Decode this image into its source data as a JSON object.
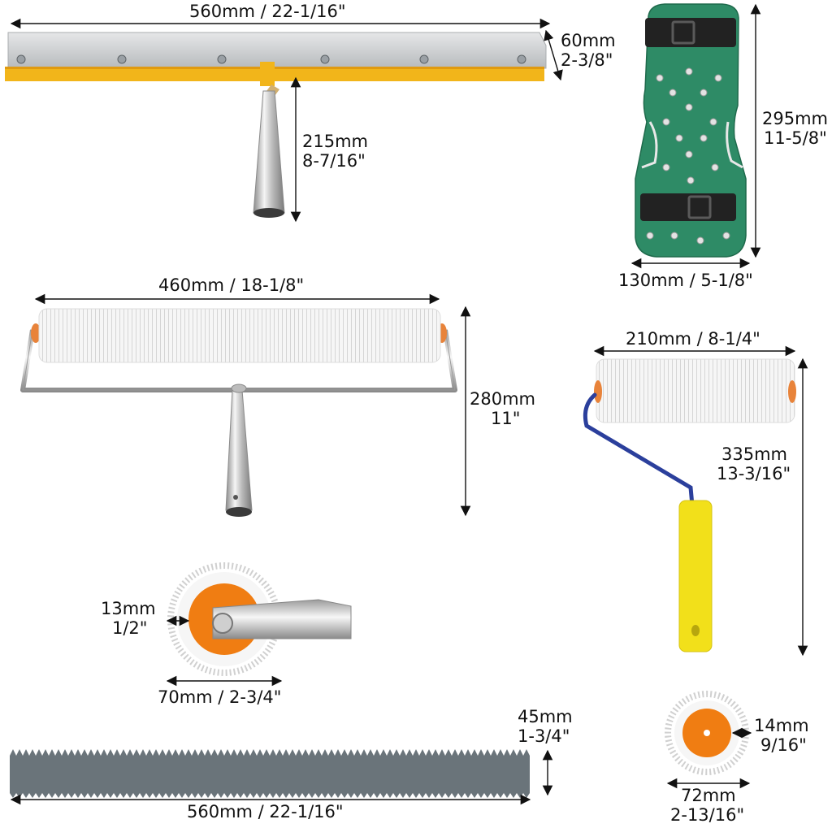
{
  "colors": {
    "squeegee_blade": "#c9cbcd",
    "squeegee_frame": "#f2b51a",
    "chrome": "#c8c8c8",
    "spike_shoe": "#2e8b66",
    "strap": "#222222",
    "roller_spikes": "#ffffff",
    "roller_end": "#e8833a",
    "handle_blue": "#2b3f9c",
    "handle_yellow": "#f2e01a",
    "hub_orange": "#f07d12",
    "rake_gray": "#6a747a",
    "dimension_line": "#111111"
  },
  "dimensions": {
    "squeegee_width": "560mm / 22-1/16\"",
    "squeegee_height_mm": "60mm",
    "squeegee_height_in": "2-3/8\"",
    "squeegee_handle_mm": "215mm",
    "squeegee_handle_in": "8-7/16\"",
    "shoe_length_mm": "295mm",
    "shoe_length_in": "11-5/8\"",
    "shoe_width": "130mm / 5-1/8\"",
    "big_roller_width": "460mm / 18-1/8\"",
    "big_roller_height_mm": "280mm",
    "big_roller_height_in": "11\"",
    "small_roller_width": "210mm / 8-1/4\"",
    "small_roller_height_mm": "335mm",
    "small_roller_height_in": "13-3/16\"",
    "wheel_spike_mm": "13mm",
    "wheel_spike_in": "1/2\"",
    "wheel_diameter": "70mm / 2-3/4\"",
    "rake_height_mm": "45mm",
    "rake_height_in": "1-3/4\"",
    "rake_width": "560mm / 22-1/16\"",
    "spare_spike_mm": "14mm",
    "spare_spike_in": "9/16\"",
    "spare_diameter_mm": "72mm",
    "spare_diameter_in": "2-13/16\""
  }
}
